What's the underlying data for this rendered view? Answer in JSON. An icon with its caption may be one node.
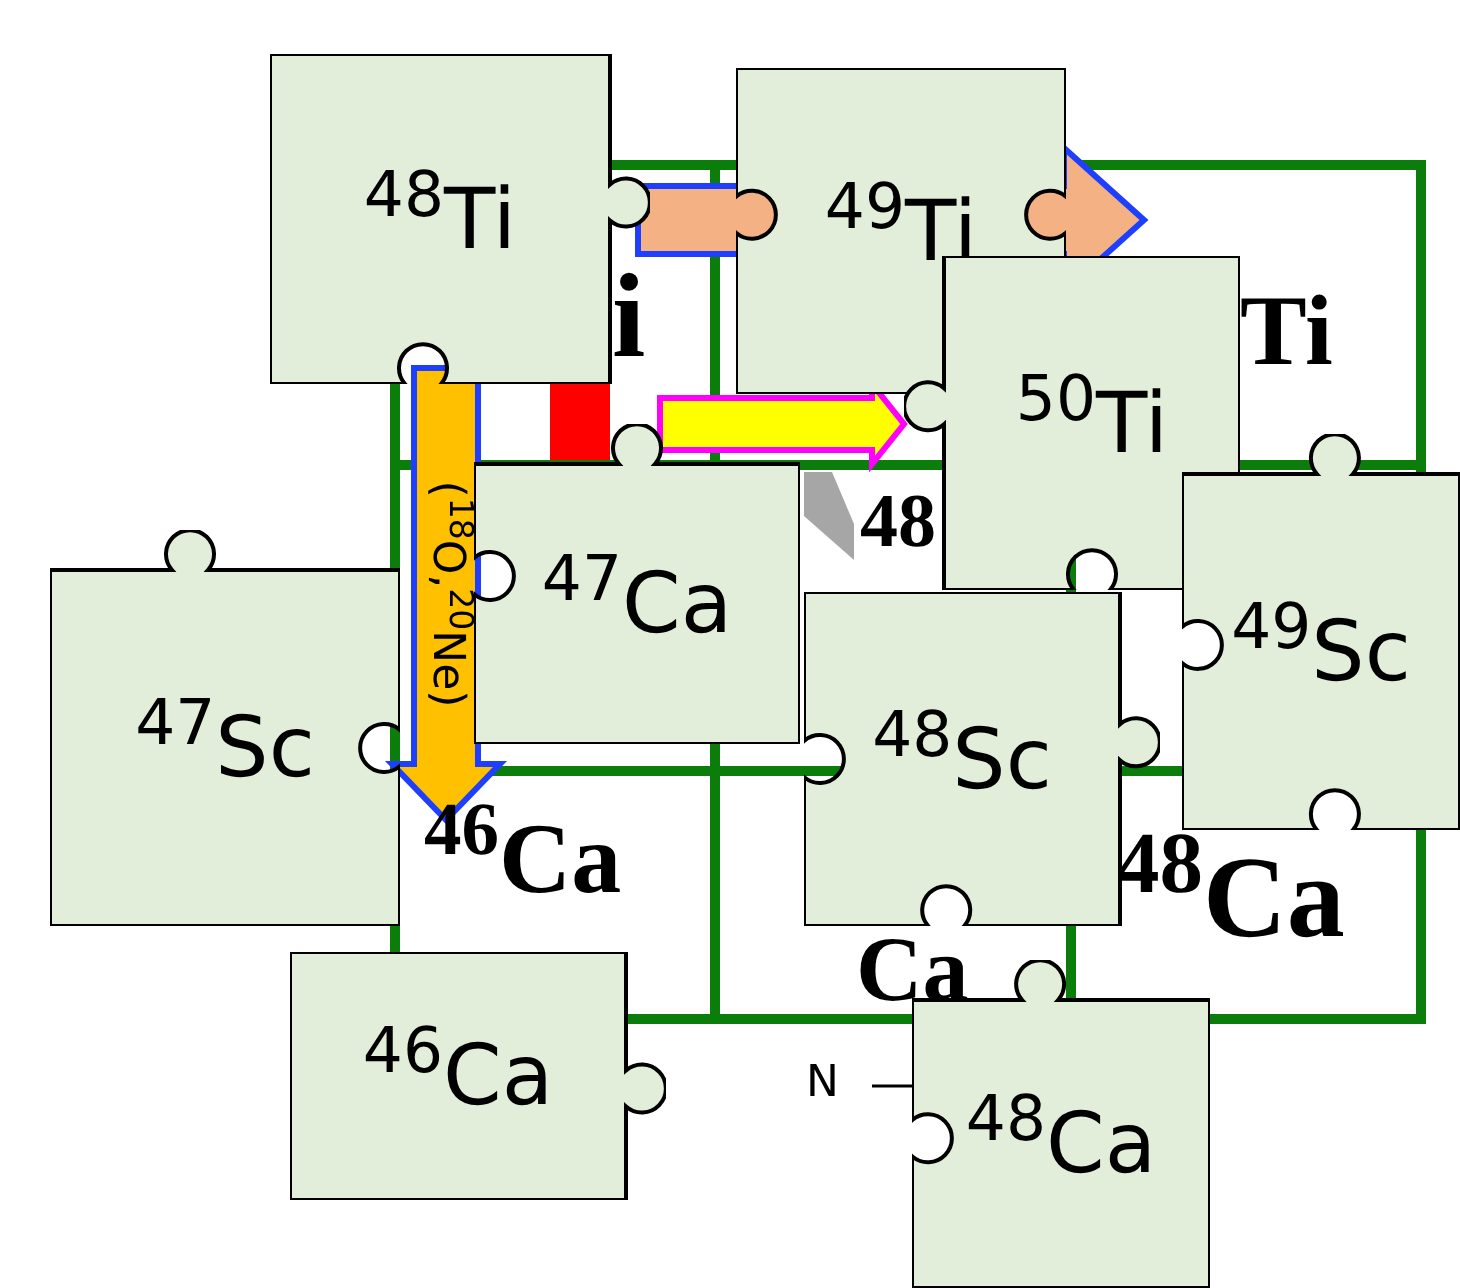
{
  "diagram": {
    "nodes": [
      {
        "text": [
          "$^{48}$Ti"
        ]
      },
      {
        "text": [
          "$^{49}$Ti"
        ]
      },
      {
        "text": [
          "$^{50}$Ti"
        ]
      },
      {
        "text": [
          "$^{47}$Ca"
        ]
      },
      {
        "text": [
          "$^{49}$Sc"
        ]
      },
      {
        "text": [
          "$^{47}$Sc"
        ]
      },
      {
        "text": [
          "$^{48}$Sc"
        ]
      },
      {
        "text": [
          "$^{46}$Ca"
        ]
      },
      {
        "text": [
          "$^{48}$Ca"
        ]
      }
    ],
    "edges": [
      {
        "from": 0,
        "to": null,
        "arrow": "to",
        "label": "($^{18}$O,$^{20}$Ne)",
        "color": "#ffc000"
      },
      {
        "from": 0,
        "to": null,
        "arrow": "to",
        "color": "#f4b183"
      },
      {
        "from": null,
        "to": 2,
        "arrow": "to",
        "color": "#ffff00"
      }
    ],
    "labels": [
      "i",
      "Ti",
      "48",
      "$^{46}$Ca",
      "Ca",
      "$^{48}$Ca",
      "N"
    ]
  }
}
